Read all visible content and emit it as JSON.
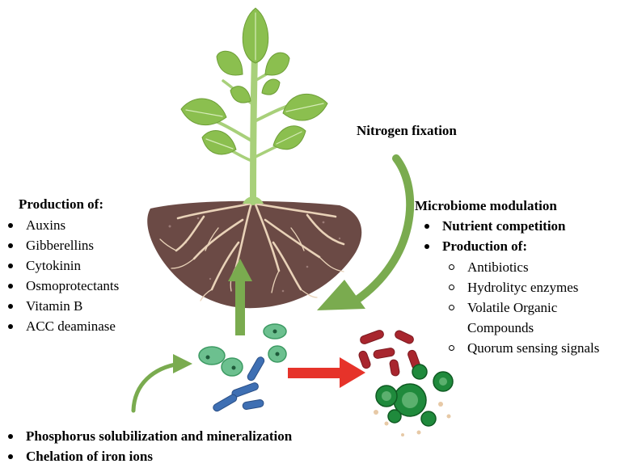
{
  "left_panel": {
    "heading": "Production of:",
    "items": [
      "Auxins",
      "Gibberellins",
      "Cytokinin",
      "Osmoprotectants",
      "Vitamin B",
      "ACC deaminase"
    ]
  },
  "top_right_label": "Nitrogen fixation",
  "right_panel": {
    "heading": "Microbiome modulation",
    "items": [
      "Nutrient competition",
      "Production of:"
    ],
    "sub_items": [
      "Antibiotics",
      "Hydrolityc enzymes",
      "Volatile Organic",
      "Compounds",
      "Quorum sensing signals"
    ]
  },
  "bottom_items": [
    "Phosphorus solubilization and mineralization",
    "Chelation of iron ions"
  ],
  "colors": {
    "leaf": "#8bbf4f",
    "stem": "#a8d07a",
    "soil": "#6b4a45",
    "root": "#e9d2b8",
    "arrow_green": "#7aab4f",
    "arrow_red": "#e6332a",
    "bacteria_green": "#6cc08f",
    "bacteria_blue": "#3e6fb3",
    "pathogen_red": "#a8262e",
    "fungus_green": "#1f8a3c"
  }
}
